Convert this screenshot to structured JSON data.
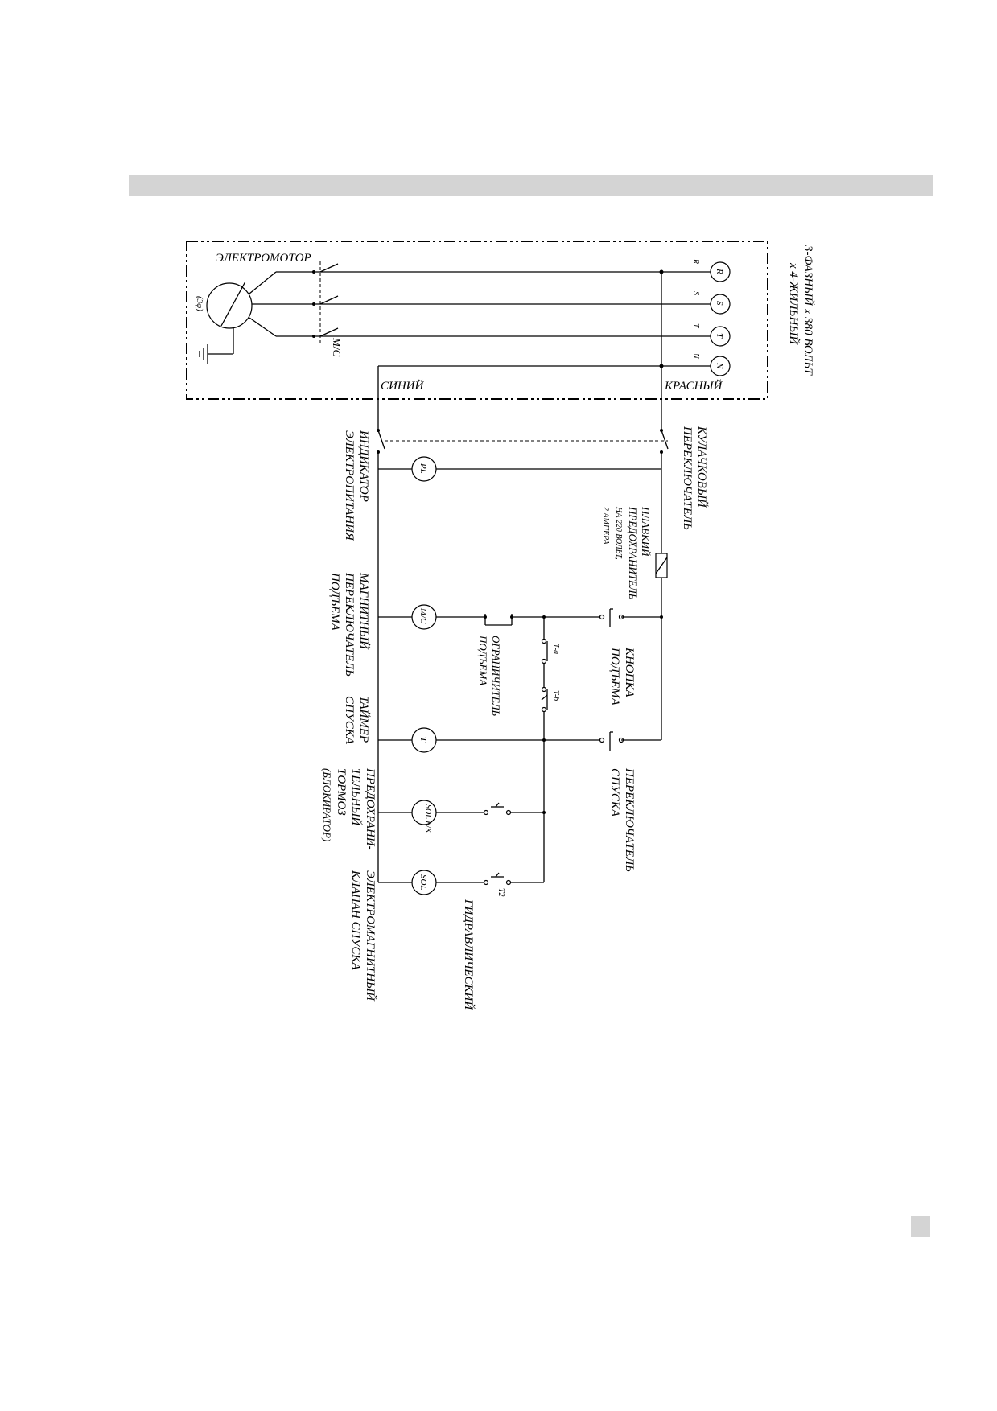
{
  "labels": {
    "supply": "3-ФАЗНЫЙ х 380 ВОЛЬТ",
    "supply_wires": "х 4-ЖИЛЬНЫЙ",
    "motor": "ЭЛЕКТРОМОТОР",
    "motor_phase": "(3φ)",
    "mc": "M/C",
    "blue": "СИНИЙ",
    "red": "КРАСНЫЙ",
    "cam_switch_1": "КУЛАЧКОВЫЙ",
    "cam_switch_2": "ПЕРЕКЛЮЧАТЕЛЬ",
    "indicator_1": "ИНДИКАТОР",
    "indicator_2": "ЭЛЕКТРОПИТАНИЯ",
    "fuse_1": "ПЛАВКИЙ",
    "fuse_2": "ПРЕДОХРАНИТЕЛЬ",
    "fuse_3": "НА 220 ВОЛЬТ,",
    "fuse_4": "2 АМПЕРА",
    "mag_1": "МАГНИТНЫЙ",
    "mag_2": "ПЕРЕКЛЮЧАТЕЛЬ",
    "mag_3": "ПОДЪЕМА",
    "limit_1": "ОГРАНИЧИТЕЛЬ",
    "limit_2": "ПОДЪЕМА",
    "lift_btn_1": "КНОПКА",
    "lift_btn_2": "ПОДЪЕМА",
    "timer_1": "ТАЙМЕР",
    "timer_2": "СПУСКА",
    "safety_1": "ПРЕДОХРАНИ-",
    "safety_2": "ТЕЛЬНЫЙ",
    "safety_3": "ТОРМОЗ",
    "safety_4": "(БЛОКИРАТОР)",
    "lower_sw_1": "ПЕРЕКЛЮЧАТЕЛЬ",
    "lower_sw_2": "СПУСКА",
    "valve_1": "ЭЛЕКТРОМАГНИТНЫЙ",
    "valve_2": "КЛАПАН СПУСКА",
    "hydraulic": "ГИДРАВЛИЧЕСКИЙ"
  },
  "terminals": [
    "R",
    "S",
    "T",
    "N"
  ],
  "wire_codes": [
    "R",
    "S",
    "T",
    "N"
  ],
  "components": {
    "pl": "PL",
    "mc_coil": "M/C",
    "timer": "T",
    "brake": "SOL B/K",
    "sol": "SOL"
  },
  "contacts": {
    "t_a": "T-a",
    "t_b": "T-b",
    "t2": "T2"
  }
}
